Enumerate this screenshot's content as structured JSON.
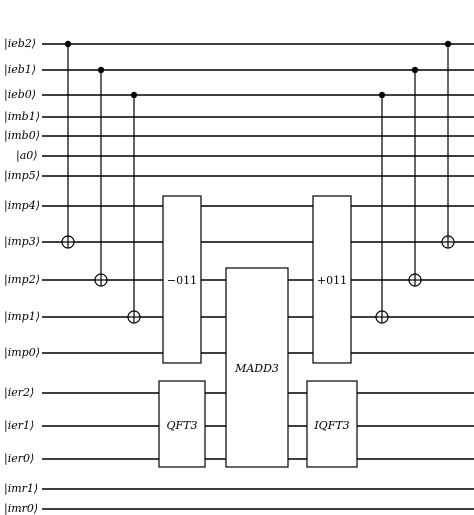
{
  "qubits": [
    "|ieb2⟩",
    "|ieb1⟩",
    "|ieb0⟩",
    "|imb1⟩",
    "|imb0⟩",
    "|a0⟩",
    "|imp5⟩",
    "|imp4⟩",
    "|imp3⟩",
    "|imp2⟩",
    "|imp1⟩",
    "|imp0⟩",
    "|ier2⟩",
    "|ier1⟩",
    "|ier0⟩",
    "|imr1⟩",
    "|imr0⟩"
  ],
  "gates": {
    "sub": "−011",
    "add": "+011",
    "madd": "MADD3",
    "qft": "QFT3",
    "iqft": "IQFT3"
  }
}
